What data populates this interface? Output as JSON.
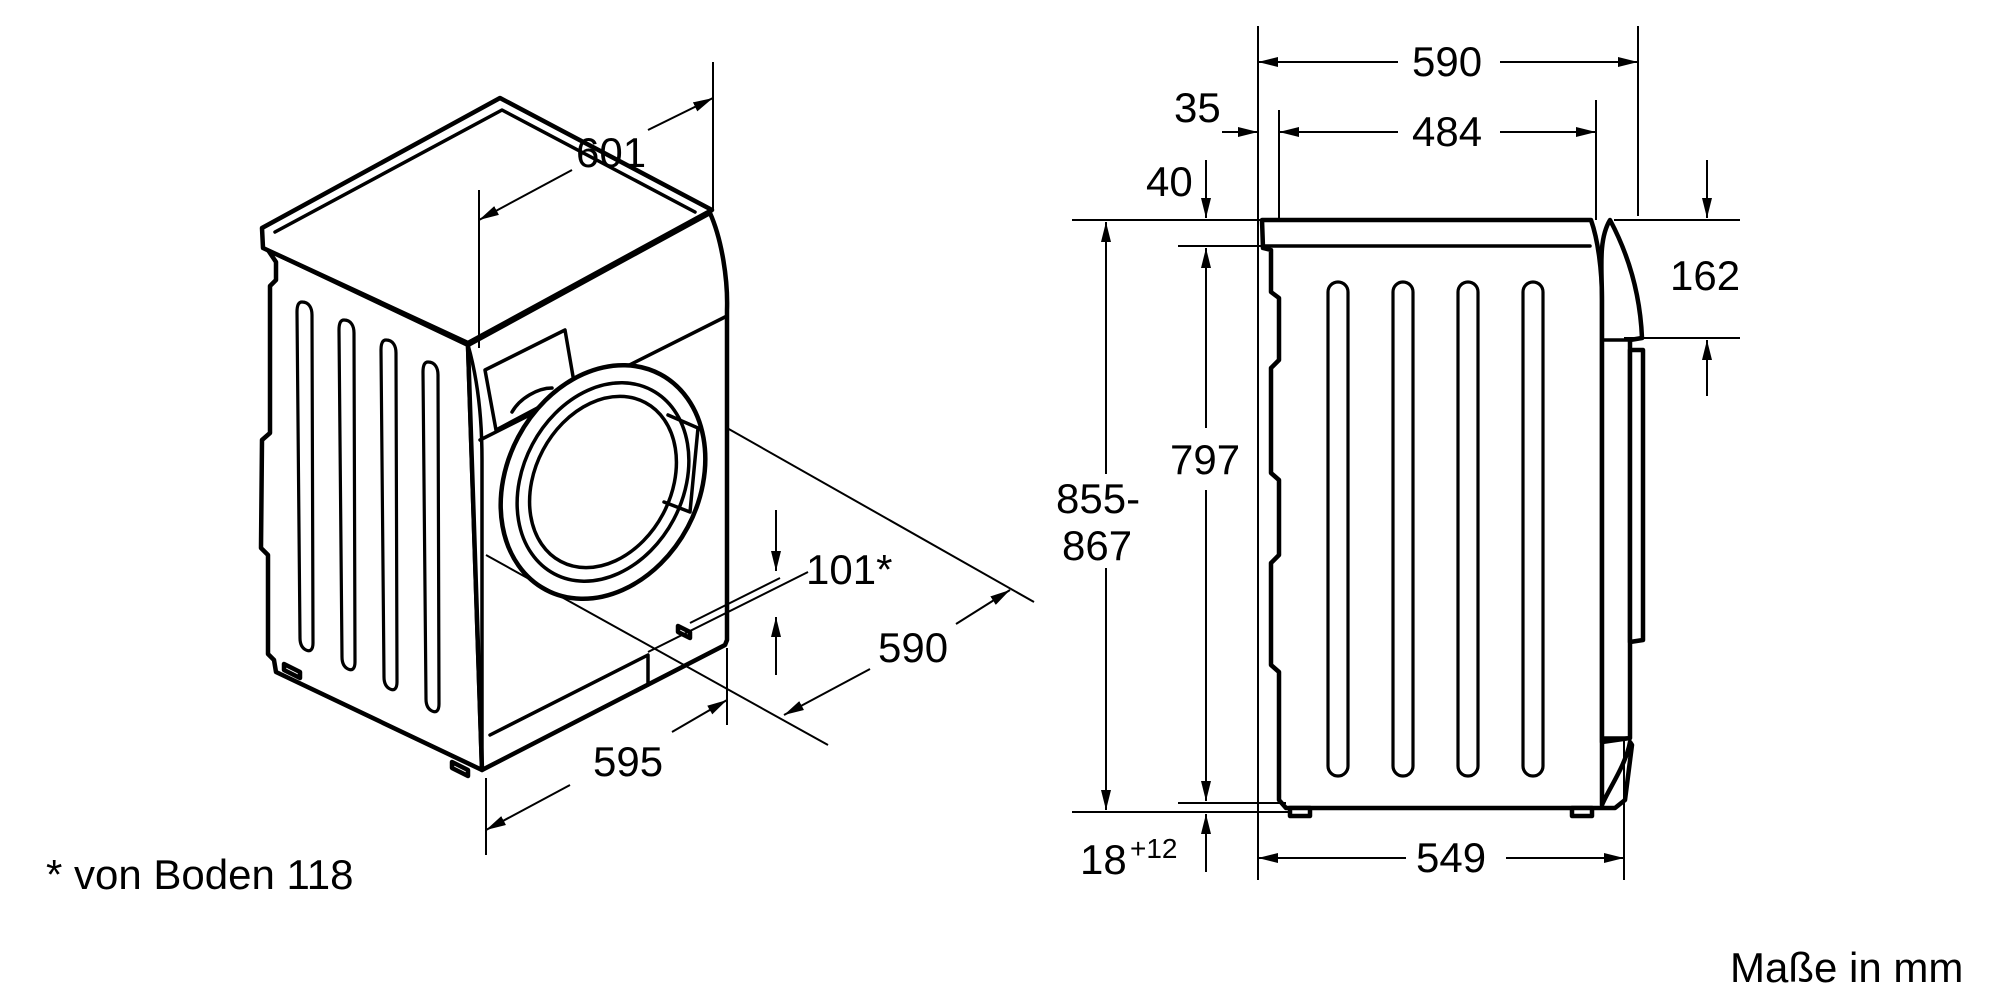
{
  "iso_view": {
    "depth": "601",
    "height_note": "101*",
    "right_depth": "590",
    "width": "595"
  },
  "side_view": {
    "width_total": "590",
    "width_body": "484",
    "offset_left": "35",
    "top_step": "40",
    "height_range_top": "855-",
    "height_range_bottom": "867",
    "height_body": "797",
    "door_offset": "162",
    "foot_height": "18",
    "foot_adjust": "+12",
    "bottom_width": "549"
  },
  "footnote": "* von Boden 118",
  "units": "Maße in mm"
}
